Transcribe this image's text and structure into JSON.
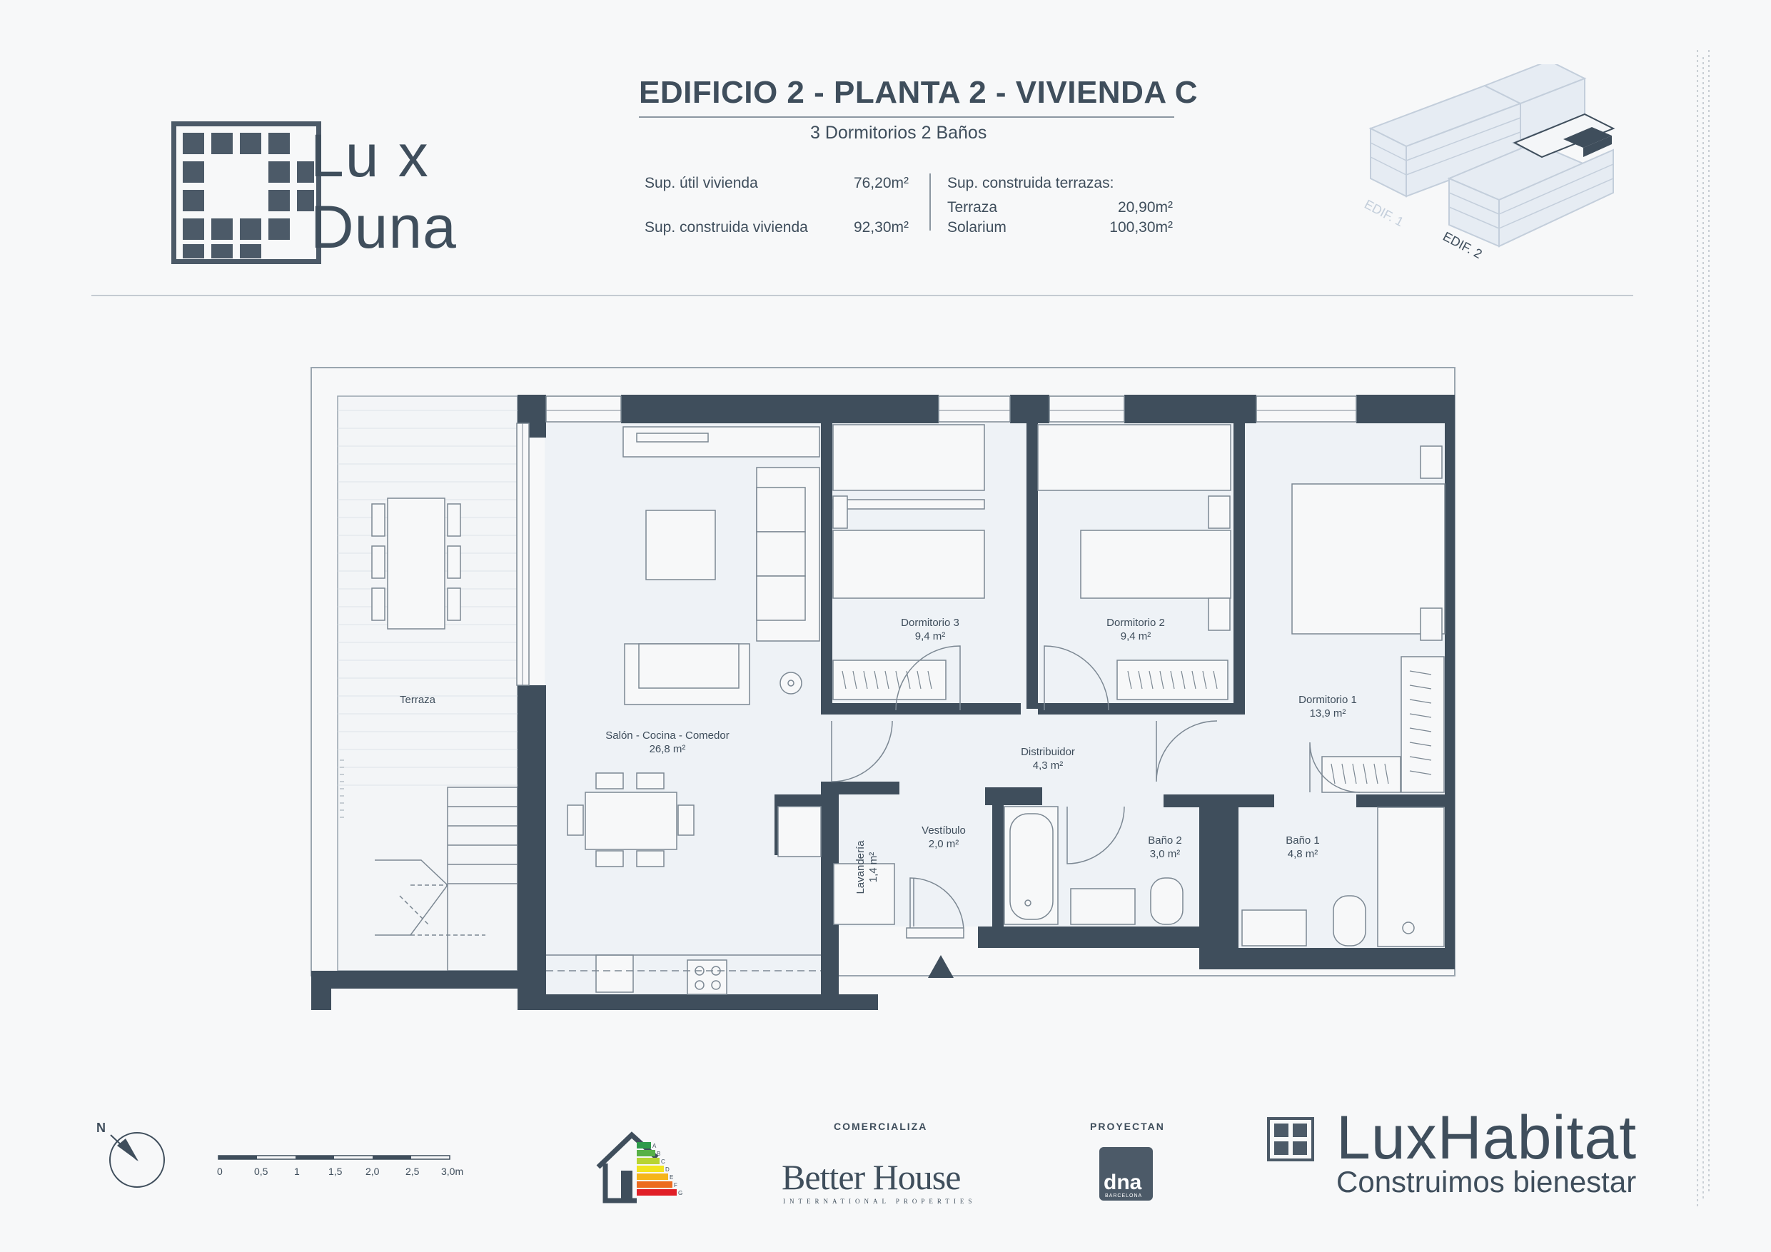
{
  "header": {
    "brand_line1": "Lu x",
    "brand_line2": "Duna",
    "title": "EDIFICIO 2 - PLANTA  2  - VIVIENDA C",
    "subtitle": "3 Dormitorios  2 Baños",
    "specs": {
      "util_label": "Sup. útil vivienda",
      "util_value": "76,20m²",
      "construida_label": "Sup. construida vivienda",
      "construida_value": "92,30m²",
      "terrazas_label": "Sup. construida terrazas:",
      "terraza_label": "Terraza",
      "terraza_value": "20,90m²",
      "solarium_label": "Solarium",
      "solarium_value": "100,30m²"
    },
    "key_plan": {
      "edif1": "EDIF. 1",
      "edif2": "EDIF. 2"
    }
  },
  "rooms": {
    "terraza": "Terraza",
    "salon": "Salón - Cocina - Comedor",
    "salon_area": "26,8 m²",
    "dorm3": "Dormitorio 3",
    "dorm3_area": "9,4 m²",
    "dorm2": "Dormitorio 2",
    "dorm2_area": "9,4 m²",
    "dorm1": "Dormitorio 1",
    "dorm1_area": "13,9 m²",
    "distribuidor": "Distribuidor",
    "distribuidor_area": "4,3 m²",
    "vestibulo": "Vestíbulo",
    "vestibulo_area": "2,0 m²",
    "lavanderia": "Lavandería",
    "lavanderia_area": "1,4 m²",
    "bano2": "Baño 2",
    "bano2_area": "3,0 m²",
    "bano1": "Baño 1",
    "bano1_area": "4,8 m²"
  },
  "footer": {
    "north": "N",
    "scale_ticks": [
      "0",
      "0,5",
      "1",
      "1,5",
      "2,0",
      "2,5",
      "3,0m"
    ],
    "energy_classes": [
      "A",
      "B",
      "C",
      "D",
      "E",
      "F",
      "G"
    ],
    "comercializa": "COMERCIALIZA",
    "better_house": "Better House",
    "better_house_sub": "INTERNATIONAL   PROPERTIES",
    "proyectan": "PROYECTAN",
    "dna": "dna",
    "dna_sub": "BARCELONA",
    "lux_habitat": "LuxHabitat",
    "slogan": "Construimos bienestar"
  },
  "colors": {
    "wall": "#3f4e5c",
    "floor": "#eef2f6",
    "text": "#3f4e5c"
  }
}
